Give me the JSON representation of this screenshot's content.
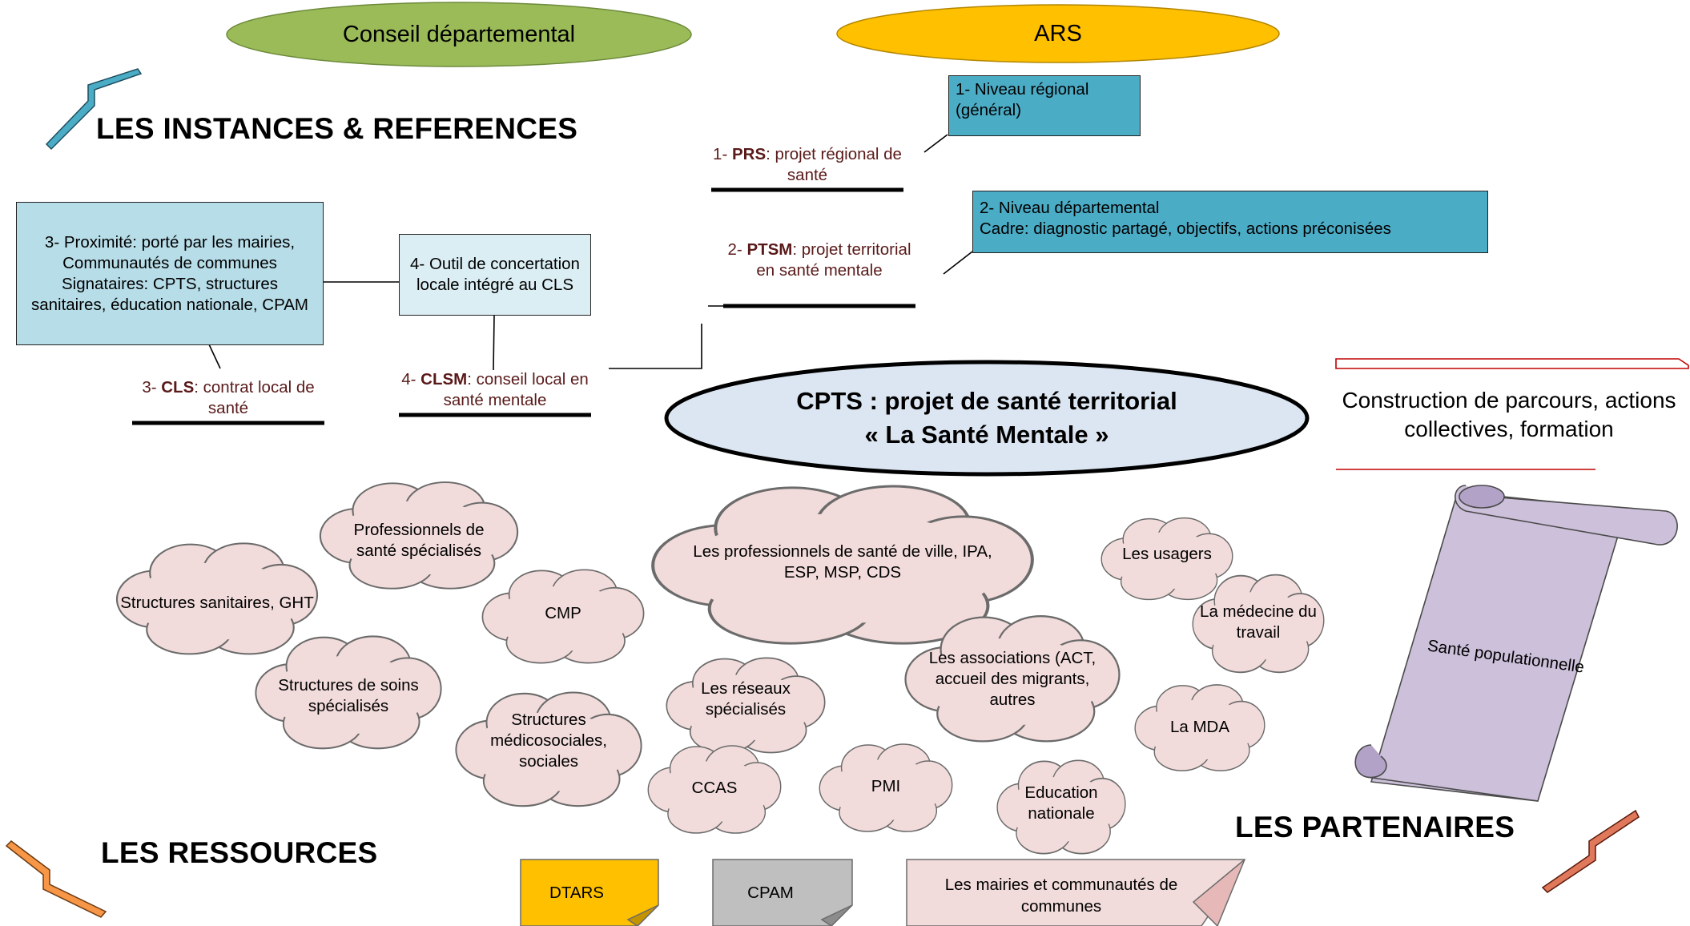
{
  "ovals": {
    "conseil": "Conseil départemental",
    "ars": "ARS",
    "cpts_line1": "CPTS : projet de santé territorial",
    "cpts_line2": "« La Santé Mentale »"
  },
  "headings": {
    "instances": "LES INSTANCES & REFERENCES",
    "ressources": "LES RESSOURCES",
    "partenaires": "LES PARTENAIRES"
  },
  "boxes": {
    "niveau_regional": "1- Niveau régional\n(général)",
    "niveau_departemental_1": "2- Niveau départemental",
    "niveau_departemental_2": "Cadre: diagnostic partagé, objectifs, actions préconisées",
    "proximite": "3- Proximité: porté par les mairies, Communautés de communes\nSignataires: CPTS, structures sanitaires, éducation nationale, CPAM",
    "outil": "4- Outil de concertation locale intégré au CLS"
  },
  "references": {
    "prs_num": "1- ",
    "prs_abbr": "PRS",
    "prs_rest": ": projet régional de santé",
    "ptsm_num": "2- ",
    "ptsm_abbr": "PTSM",
    "ptsm_rest": ": projet territorial en santé mentale",
    "cls_num": "3- ",
    "cls_abbr": "CLS",
    "cls_rest": ": contrat local de santé",
    "clsm_num": "4- ",
    "clsm_abbr": "CLSM",
    "clsm_rest": ": conseil local en santé mentale"
  },
  "parcours": "Construction de parcours, actions collectives, formation",
  "scroll": "Santé populationnelle",
  "clouds": {
    "pro_specialises": "Professionnels de santé spécialisés",
    "structures_sanitaires": "Structures sanitaires, GHT",
    "cmp": "CMP",
    "pro_ville": "Les professionnels de santé de ville, IPA, ESP, MSP, CDS",
    "soins_specialises": "Structures de soins spécialisés",
    "medicosociales": "Structures médicosociales, sociales",
    "reseaux": "Les réseaux spécialisés",
    "ccas": "CCAS",
    "pmi": "PMI",
    "associations": "Les associations (ACT, accueil des migrants, autres",
    "usagers": "Les usagers",
    "medecine_travail": "La médecine du travail",
    "mda": "La MDA",
    "education": "Education nationale"
  },
  "notes": {
    "dtars": "DTARS",
    "cpam": "CPAM",
    "mairies": "Les mairies et communautés de communes"
  },
  "colors": {
    "conseil_oval": "#9bbb59",
    "ars_oval": "#ffc000",
    "teal_box": "#4bacc6",
    "light_blue_box": "#b7dde8",
    "cpts_fill": "#dce6f2",
    "cloud_fill": "#f2dcdb",
    "scroll_fill": "#ccc0da",
    "dtars_fill": "#ffc000",
    "cpam_fill": "#bfbfbf",
    "mairies_fill": "#f2dcdb",
    "accent_red": "#c00000"
  }
}
